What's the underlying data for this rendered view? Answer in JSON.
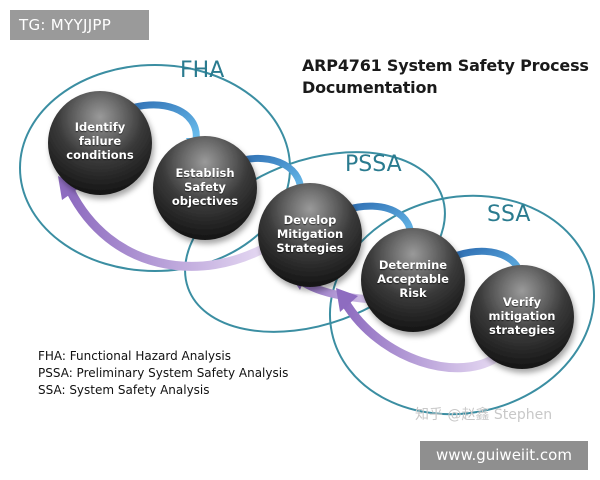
{
  "tag_text": "TG: MYYJJPP",
  "title_lines": [
    "ARP4761 System Safety Process",
    "Documentation"
  ],
  "groups": [
    {
      "id": "fha",
      "label": "FHA"
    },
    {
      "id": "pssa",
      "label": "PSSA"
    },
    {
      "id": "ssa",
      "label": "SSA"
    }
  ],
  "nodes": [
    {
      "id": "identify",
      "lines": [
        "Identify",
        "failure",
        "conditions"
      ]
    },
    {
      "id": "establish",
      "lines": [
        "Establish",
        "Safety",
        "objectives"
      ]
    },
    {
      "id": "develop",
      "lines": [
        "Develop",
        "Mitigation",
        "Strategies"
      ]
    },
    {
      "id": "determine",
      "lines": [
        "Determine",
        "Acceptable",
        "Risk"
      ]
    },
    {
      "id": "verify",
      "lines": [
        "Verify",
        "mitigation",
        "strategies"
      ]
    }
  ],
  "legend": [
    "FHA: Functional Hazard Analysis",
    "PSSA: Preliminary System Safety Analysis",
    "SSA: System Safety Analysis"
  ],
  "watermark": "知乎 @赵鑫 Stephen",
  "site_label": "www.guiweiit.com",
  "colors": {
    "ring": "#3b8ea2",
    "forward_arrow": "#4d9fd8",
    "feedback_arrow": "#9b7fc6",
    "node_dark": "#1c1c1c",
    "node_light": "#8a8a8a"
  }
}
